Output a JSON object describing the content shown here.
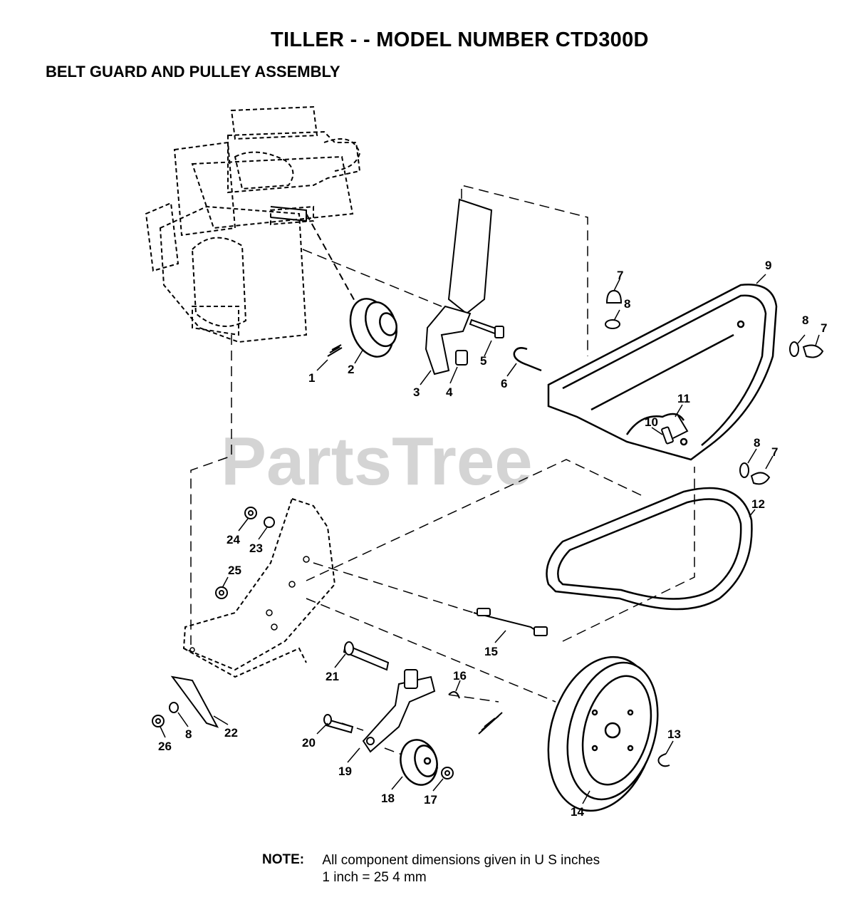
{
  "header": {
    "title": "TILLER - - MODEL NUMBER CTD300D",
    "subtitle": "BELT GUARD AND PULLEY ASSEMBLY"
  },
  "watermark": "PartsTree",
  "callouts": [
    {
      "id": "1",
      "name": "part-1"
    },
    {
      "id": "2",
      "name": "part-2"
    },
    {
      "id": "3",
      "name": "part-3"
    },
    {
      "id": "4",
      "name": "part-4"
    },
    {
      "id": "5",
      "name": "part-5"
    },
    {
      "id": "6",
      "name": "part-6"
    },
    {
      "id": "7",
      "name": "part-7-top"
    },
    {
      "id": "8",
      "name": "part-8-top"
    },
    {
      "id": "9",
      "name": "part-9"
    },
    {
      "id": "8",
      "name": "part-8-right"
    },
    {
      "id": "7",
      "name": "part-7-right"
    },
    {
      "id": "11",
      "name": "part-11"
    },
    {
      "id": "10",
      "name": "part-10"
    },
    {
      "id": "8",
      "name": "part-8-lower"
    },
    {
      "id": "7",
      "name": "part-7-lower"
    },
    {
      "id": "12",
      "name": "part-12"
    },
    {
      "id": "24",
      "name": "part-24"
    },
    {
      "id": "23",
      "name": "part-23"
    },
    {
      "id": "25",
      "name": "part-25"
    },
    {
      "id": "15",
      "name": "part-15"
    },
    {
      "id": "21",
      "name": "part-21"
    },
    {
      "id": "16",
      "name": "part-16"
    },
    {
      "id": "22",
      "name": "part-22"
    },
    {
      "id": "8",
      "name": "part-8-bottom"
    },
    {
      "id": "26",
      "name": "part-26"
    },
    {
      "id": "20",
      "name": "part-20"
    },
    {
      "id": "19",
      "name": "part-19"
    },
    {
      "id": "18",
      "name": "part-18"
    },
    {
      "id": "17",
      "name": "part-17"
    },
    {
      "id": "13",
      "name": "part-13"
    },
    {
      "id": "14",
      "name": "part-14"
    }
  ],
  "note": {
    "label": "NOTE:",
    "line1": "All component dimensions given in U S  inches",
    "line2": "1 inch = 25 4 mm"
  }
}
